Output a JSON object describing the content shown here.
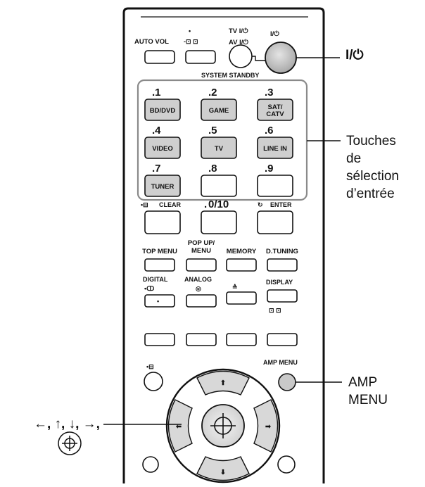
{
  "remote": {
    "auto_vol": "AUTO VOL",
    "tv_power": "TV I/⏻",
    "av_power": "AV I/⏻",
    "main_power": "I/⏻",
    "system_standby": "SYSTEM STANDBY",
    "input_rows": [
      [
        {
          "num": "1",
          "label": "BD/DVD"
        },
        {
          "num": "2",
          "label": "GAME"
        },
        {
          "num": "3",
          "label": "SAT/|CATV"
        }
      ],
      [
        {
          "num": "4",
          "label": "VIDEO"
        },
        {
          "num": "5",
          "label": "TV"
        },
        {
          "num": "6",
          "label": "LINE IN"
        }
      ],
      [
        {
          "num": "7",
          "label": "TUNER"
        },
        {
          "num": "8",
          "label": ""
        },
        {
          "num": "9",
          "label": ""
        }
      ]
    ],
    "clear_label": "CLEAR",
    "zero_label": "0/10",
    "enter_label": "ENTER",
    "menu_labels": [
      "TOP MENU",
      "POP UP/|MENU",
      "MEMORY",
      "D.TUNING"
    ],
    "digital_label": "DIGITAL",
    "analog_label": "ANALOG",
    "display_label": "DISPLAY",
    "amp_menu_label": "AMP MENU"
  },
  "callouts": {
    "power": "I/⏻",
    "input_keys": [
      "Touches",
      "de",
      "sélection",
      "d’entrée"
    ],
    "amp_menu": [
      "AMP",
      "MENU"
    ],
    "arrows": "←, ↑, ↓, →,"
  },
  "colors": {
    "button_gray": "#cfcfcf",
    "outline": "#111111",
    "group_outline": "#8a8a8a",
    "power_fill": "#c4c4c4"
  }
}
